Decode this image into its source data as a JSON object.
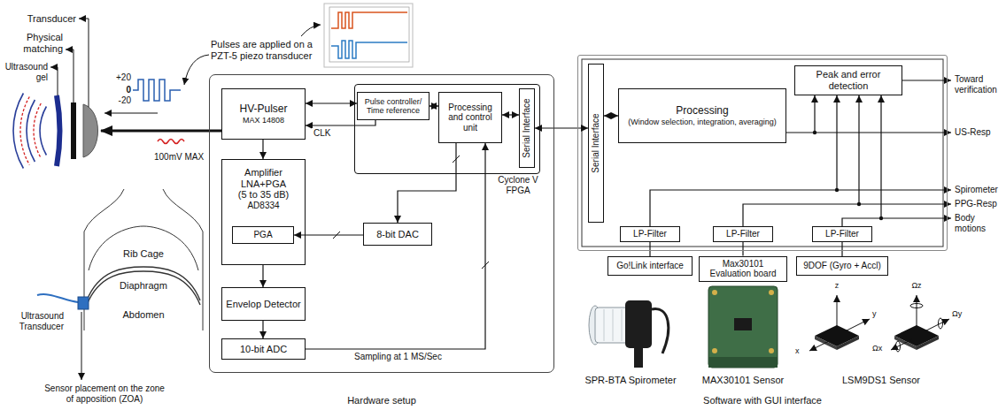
{
  "diagram": {
    "nodes": [
      {
        "text": [
          "Hardware setup"
        ]
      },
      {
        "text": [
          "HV-Pulser",
          "MAX 14808"
        ],
        "in": 0
      },
      {
        "text": [
          "Amplifier LNA+PGA (5 to 35 dB)",
          "AD8334"
        ],
        "in": 0
      },
      {
        "text": [
          "PGA"
        ],
        "in": 2
      },
      {
        "text": [
          "Envelop Detector"
        ],
        "in": 0
      },
      {
        "text": [
          "10-bit ADC"
        ],
        "in": 0
      },
      {
        "text": [
          "Cyclone V FPGA"
        ],
        "in": 0
      },
      {
        "text": [
          "Pulse controller/ Time reference"
        ],
        "in": 6
      },
      {
        "text": [
          "Processing and control unit"
        ],
        "in": 6
      },
      {
        "text": [
          "Serial Interface"
        ],
        "in": 6
      },
      {
        "text": [
          "8-bit DAC"
        ],
        "in": 0
      },
      {
        "text": [
          "Software with GUI interface"
        ]
      },
      {
        "text": [
          "Serial Interface"
        ],
        "in": 11
      },
      {
        "text": [
          "Processing",
          "(Window selection, integration, averaging)"
        ],
        "in": 11
      },
      {
        "text": [
          "Peak and error detection"
        ],
        "in": 11
      },
      {
        "text": [
          "LP-Filter"
        ],
        "in": 11
      },
      {
        "text": [
          "LP-Filter"
        ],
        "in": 11
      },
      {
        "text": [
          "LP-Filter"
        ],
        "in": 11
      },
      {
        "text": [
          "Go!Link interface"
        ]
      },
      {
        "text": [
          "Max30101 Evaluation board"
        ]
      },
      {
        "text": [
          "9DOF (Gyro + Accl)"
        ]
      }
    ],
    "edges": [
      {
        "from": 1,
        "to": 2,
        "arrow": "to"
      },
      {
        "from": 2,
        "to": 4,
        "arrow": "to"
      },
      {
        "from": 4,
        "to": 5,
        "arrow": "to"
      },
      {
        "from": 5,
        "to": 8,
        "arrow": "to",
        "label": "Sampling at 1 MS/Sec"
      },
      {
        "from": 7,
        "to": 1,
        "arrow": "both"
      },
      {
        "from": 7,
        "to": 1,
        "arrow": "to",
        "label": "CLK"
      },
      {
        "from": 7,
        "to": 8,
        "arrow": "both"
      },
      {
        "from": 8,
        "to": 9,
        "arrow": "both"
      },
      {
        "from": 8,
        "to": 10,
        "arrow": "to"
      },
      {
        "from": 10,
        "to": 3,
        "arrow": "to"
      },
      {
        "from": 9,
        "to": 12,
        "arrow": "both"
      },
      {
        "from": 12,
        "to": 13,
        "arrow": "both"
      },
      {
        "from": 13,
        "to": 14,
        "arrow": "to"
      },
      {
        "from": 15,
        "to": 14,
        "arrow": "to"
      },
      {
        "from": 16,
        "to": 14,
        "arrow": "to"
      },
      {
        "from": 17,
        "to": 14,
        "arrow": "to"
      },
      {
        "from": 18,
        "to": 15,
        "arrow": "none"
      },
      {
        "from": 19,
        "to": 16,
        "arrow": "none"
      },
      {
        "from": 20,
        "to": 17,
        "arrow": "none"
      }
    ],
    "labels": [
      "Transducer",
      "Physical matching",
      "Ultrasound gel",
      "+20",
      "0",
      "-20",
      "100mV MAX",
      "Pulses are applied on a PZT-5 piezo transducer",
      "Rib Cage",
      "Diaphragm",
      "Abdomen",
      "Ultrasound Transducer",
      "Sensor placement on the zone of apposition (ZOA)",
      "Toward verification",
      "US-Resp",
      "Spirometer",
      "PPG-Resp",
      "Body motions",
      "SPR-BTA Spirometer",
      "MAX30101 Sensor",
      "LSM9DS1 Sensor",
      "z",
      "y",
      "x",
      "Ωz",
      "Ωy",
      "Ωx"
    ]
  }
}
